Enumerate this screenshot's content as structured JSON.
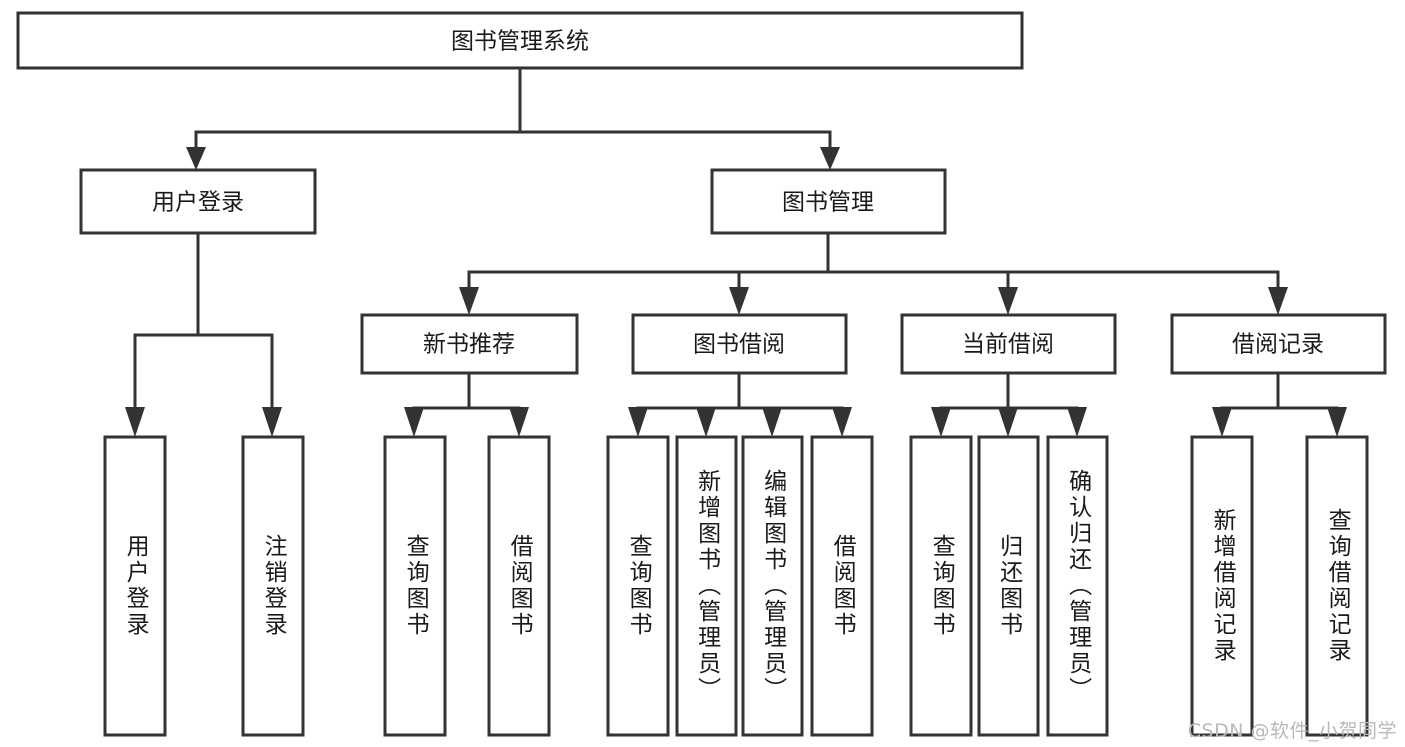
{
  "diagram": {
    "type": "tree",
    "title": "图书管理系统",
    "orientation": "top-down",
    "colors": {
      "box_stroke": "#333333",
      "box_fill": "#ffffff",
      "text": "#1a1a1a",
      "background": "#ffffff",
      "watermark": "#b9b9b9"
    },
    "root": {
      "label": "图书管理系统"
    },
    "level2": [
      {
        "id": "user-login",
        "label": "用户登录"
      },
      {
        "id": "book-management",
        "label": "图书管理"
      }
    ],
    "level3": [
      {
        "id": "new-book-recommend",
        "label": "新书推荐",
        "parent": "book-management"
      },
      {
        "id": "book-borrow",
        "label": "图书借阅",
        "parent": "book-management"
      },
      {
        "id": "current-borrow",
        "label": "当前借阅",
        "parent": "book-management"
      },
      {
        "id": "borrow-record",
        "label": "借阅记录",
        "parent": "book-management"
      }
    ],
    "leaves": {
      "user-login": [
        {
          "id": "leaf-user-login",
          "label": "用户登录"
        },
        {
          "id": "leaf-user-logout",
          "label": "注销登录"
        }
      ],
      "new-book-recommend": [
        {
          "id": "leaf-query-book-1",
          "label": "查询图书"
        },
        {
          "id": "leaf-borrow-book-1",
          "label": "借阅图书"
        }
      ],
      "book-borrow": [
        {
          "id": "leaf-query-book-2",
          "label": "查询图书"
        },
        {
          "id": "leaf-add-book",
          "label": "新增图书（管理员）"
        },
        {
          "id": "leaf-edit-book",
          "label": "编辑图书（管理员）"
        },
        {
          "id": "leaf-borrow-book-2",
          "label": "借阅图书"
        }
      ],
      "current-borrow": [
        {
          "id": "leaf-query-book-3",
          "label": "查询图书"
        },
        {
          "id": "leaf-return-book",
          "label": "归还图书"
        },
        {
          "id": "leaf-confirm-return",
          "label": "确认归还（管理员）"
        }
      ],
      "borrow-record": [
        {
          "id": "leaf-add-record",
          "label": "新增借阅记录"
        },
        {
          "id": "leaf-query-record",
          "label": "查询借阅记录"
        }
      ]
    }
  },
  "watermark": {
    "text": "CSDN @软件_小贺同学"
  }
}
